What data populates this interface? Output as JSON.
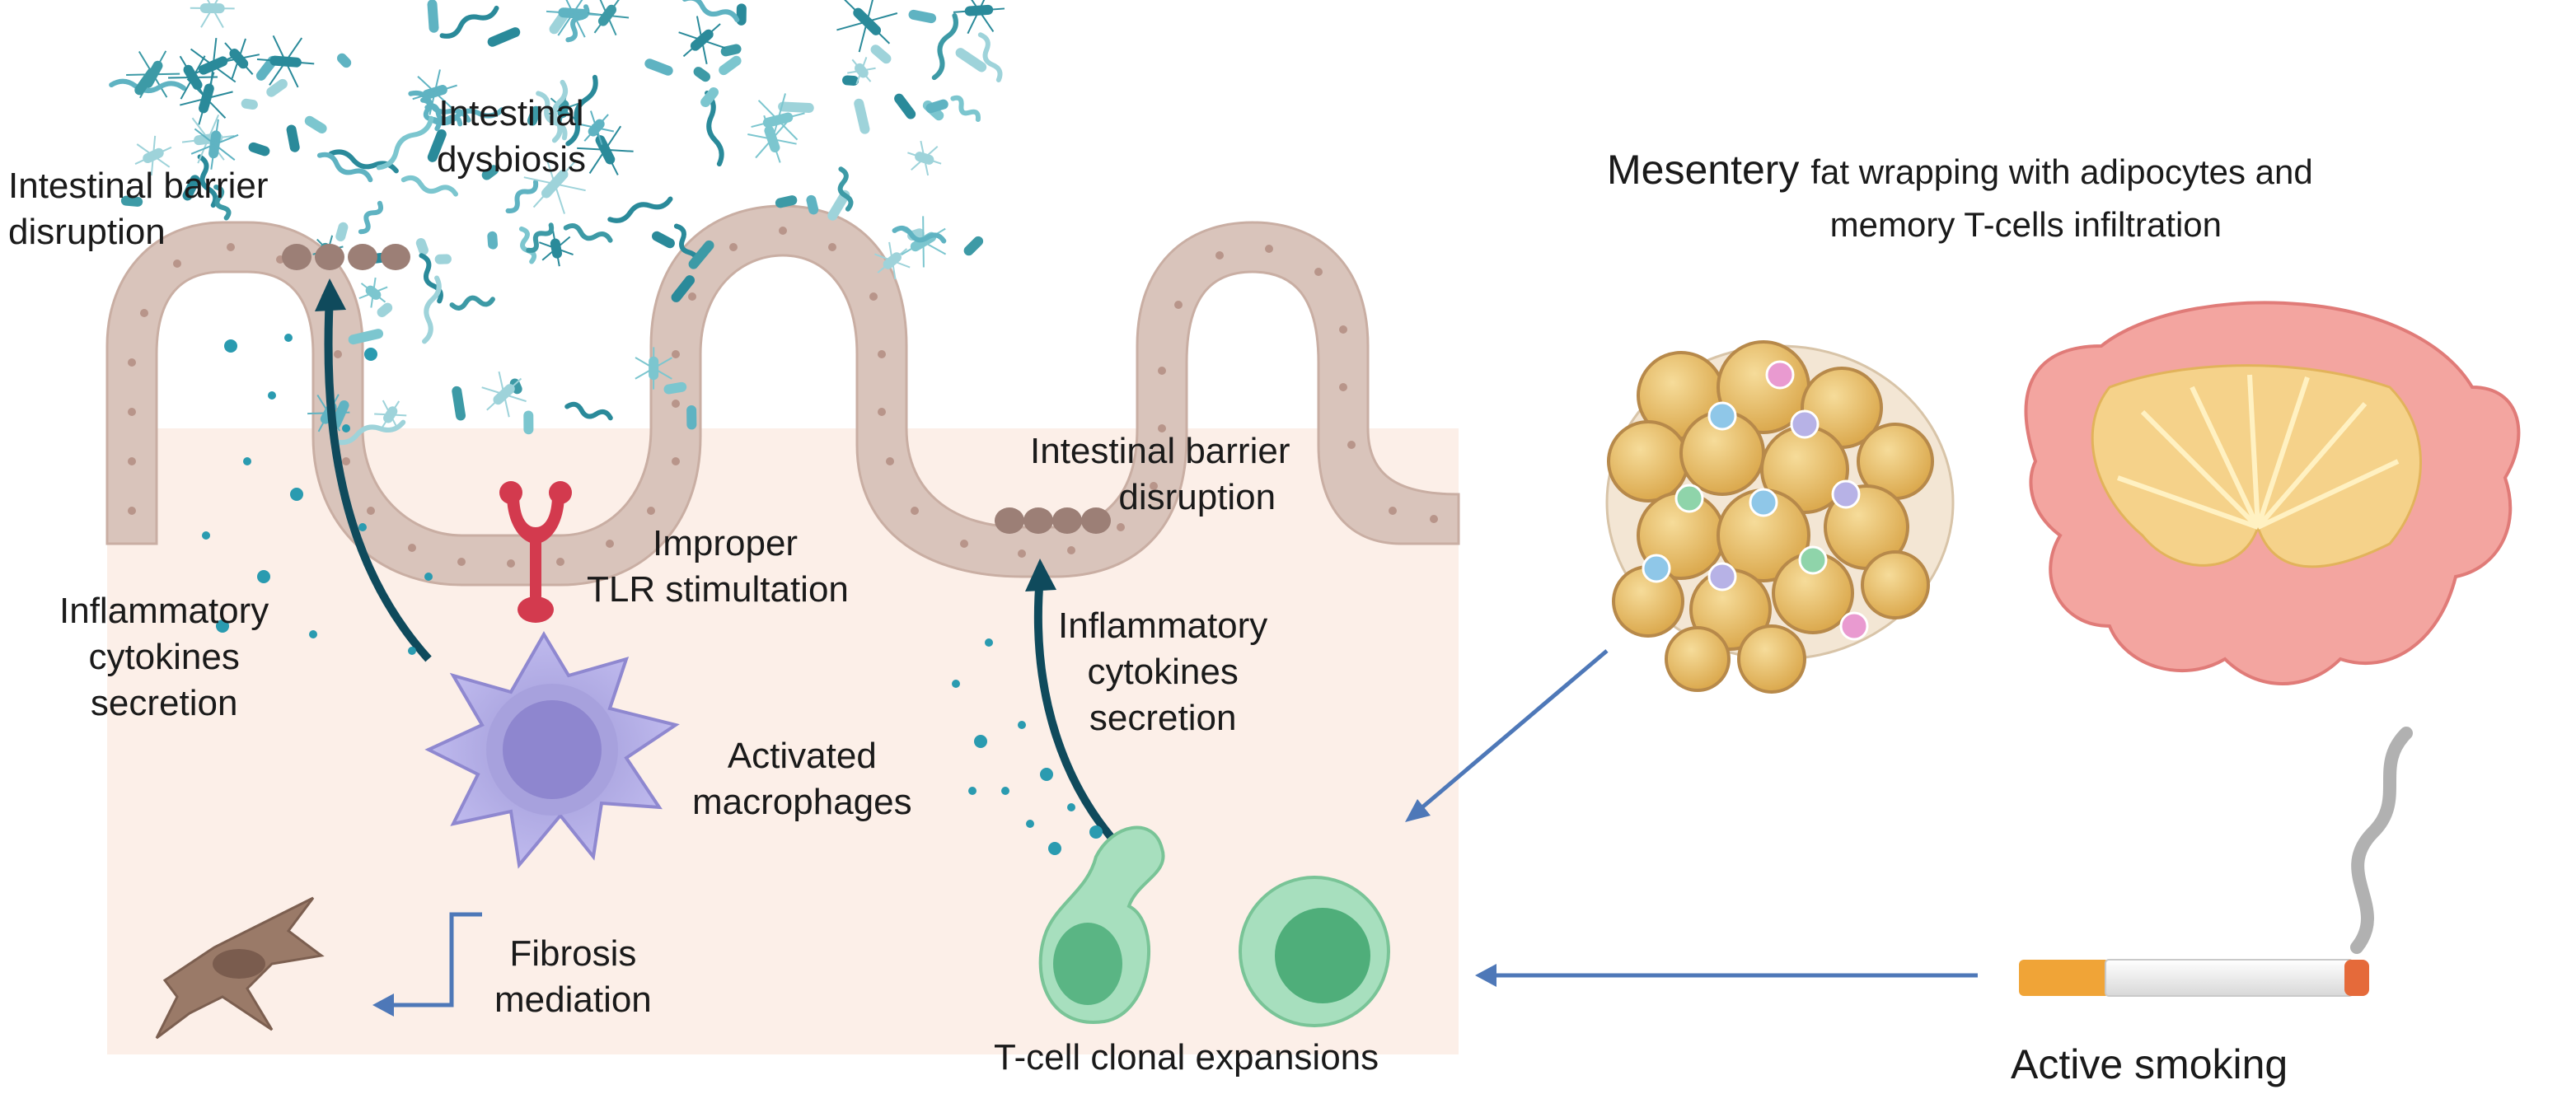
{
  "labels": {
    "intestinal_dysbiosis": [
      "Intestinal",
      "dysbiosis"
    ],
    "barrier_disruption_top": [
      "Intestinal barrier",
      "disruption"
    ],
    "barrier_disruption_right": [
      "Intestinal barrier",
      "disruption"
    ],
    "improper_tlr": [
      "Improper",
      "TLR stimultation"
    ],
    "cytokines_left": [
      "Inflammatory",
      "cytokines",
      "secretion"
    ],
    "cytokines_right": [
      "Inflammatory",
      "cytokines",
      "secretion"
    ],
    "activated_macrophages": [
      "Activated",
      "macrophages"
    ],
    "fibrosis_mediation": [
      "Fibrosis",
      "mediation"
    ],
    "t_cell_clonal": "T-cell clonal expansions",
    "mesentery": {
      "line1_a": "Mesentery",
      "line1_b": "fat wrapping with adipocytes and",
      "line2": "memory T-cells infiltration"
    },
    "active_smoking": "Active smoking"
  },
  "colors": {
    "mucosa_band": "#d9c4bb",
    "tissue_background": "#fcefe8",
    "macrophage": "#b7b2e6",
    "t_cell": "#8fd4aa",
    "fibroblast": "#9a7a68",
    "adipocyte": "#e8c06a",
    "mesentery_gut": "#f3a5a0",
    "arrow_blue": "#4e78b8",
    "cytokine_dot": "#2a9bb0",
    "dark_arrow": "#0f4a5c",
    "tlr": "#d33a4e"
  }
}
